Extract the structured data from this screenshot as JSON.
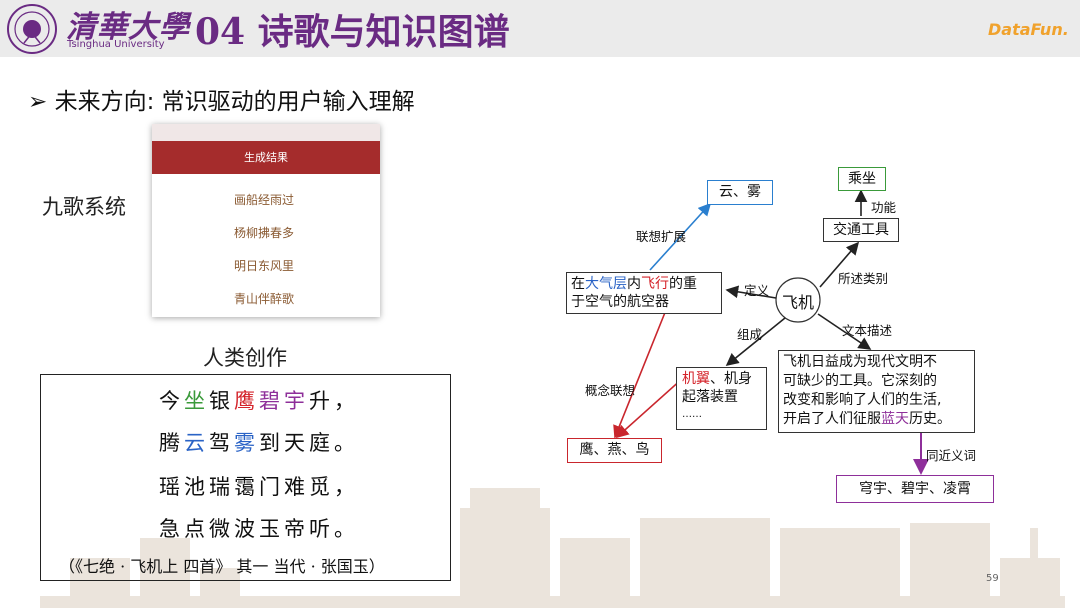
{
  "header": {
    "university_cn": "清華大學",
    "university_en": "Tsinghua University",
    "title": "04  诗歌与知识图谱",
    "logo": "DataFun."
  },
  "subtitle": "未来方向: 常识驱动的用户输入理解",
  "jiuge": {
    "label": "九歌系统",
    "panel_header": "生成结果",
    "lines": [
      "画船经雨过",
      "杨柳拂春多",
      "明日东风里",
      "青山伴醉歌"
    ]
  },
  "human": {
    "label": "人类创作",
    "poem": [
      [
        {
          "t": "今",
          "c": ""
        },
        {
          "t": "坐",
          "c": "g"
        },
        {
          "t": "银",
          "c": ""
        },
        {
          "t": "鹰",
          "c": "r"
        },
        {
          "t": "碧宇",
          "c": "m"
        },
        {
          "t": "升，",
          "c": ""
        }
      ],
      [
        {
          "t": "腾",
          "c": ""
        },
        {
          "t": "云",
          "c": "b"
        },
        {
          "t": "驾",
          "c": ""
        },
        {
          "t": "雾",
          "c": "b"
        },
        {
          "t": "到天庭。",
          "c": ""
        }
      ],
      [
        {
          "t": "瑶池瑞霭门难觅，",
          "c": ""
        }
      ],
      [
        {
          "t": "急点微波玉帝听。",
          "c": ""
        }
      ]
    ],
    "source": "（《七绝 · 飞机上 四首》 其一  当代 · 张国玉）"
  },
  "graph": {
    "center": "飞机",
    "nodes": {
      "cloud": "云、雾",
      "ride": "乘坐",
      "vehicle": "交通工具",
      "definition": [
        {
          "t": "在",
          "c": ""
        },
        {
          "t": "大气层",
          "c": "b"
        },
        {
          "t": "内",
          "c": ""
        },
        {
          "t": "飞行",
          "c": "r"
        },
        {
          "t": "的重",
          "c": ""
        }
      ],
      "definition2": "于空气的航空器",
      "parts_1": [
        {
          "t": "机翼",
          "c": "r"
        },
        {
          "t": "、机身",
          "c": ""
        }
      ],
      "parts_2": "起落装置",
      "parts_3": "……",
      "text_1": "飞机日益成为现代文明不",
      "text_2": "可缺少的工具。它深刻的",
      "text_3": "改变和影响了人们的生活,",
      "text_4": [
        {
          "t": "开启了人们征服",
          "c": ""
        },
        {
          "t": "蓝天",
          "c": "m"
        },
        {
          "t": "历史。",
          "c": ""
        }
      ],
      "birds": "鹰、燕、鸟",
      "synonyms": "穹宇、碧宇、凌霄"
    },
    "edges": {
      "association": "联想扩展",
      "function": "功能",
      "category": "所述类别",
      "define": "定义",
      "compose": "组成",
      "text_desc": "文本描述",
      "concept": "概念联想",
      "synonym": "同近义词"
    }
  },
  "page_number": "59",
  "colors": {
    "brand_purple": "#6a2b83",
    "panel_red": "#a52c2c",
    "accent_blue": "#2a63c6",
    "accent_red": "#d4232a",
    "accent_purple": "#8e2f9a"
  }
}
